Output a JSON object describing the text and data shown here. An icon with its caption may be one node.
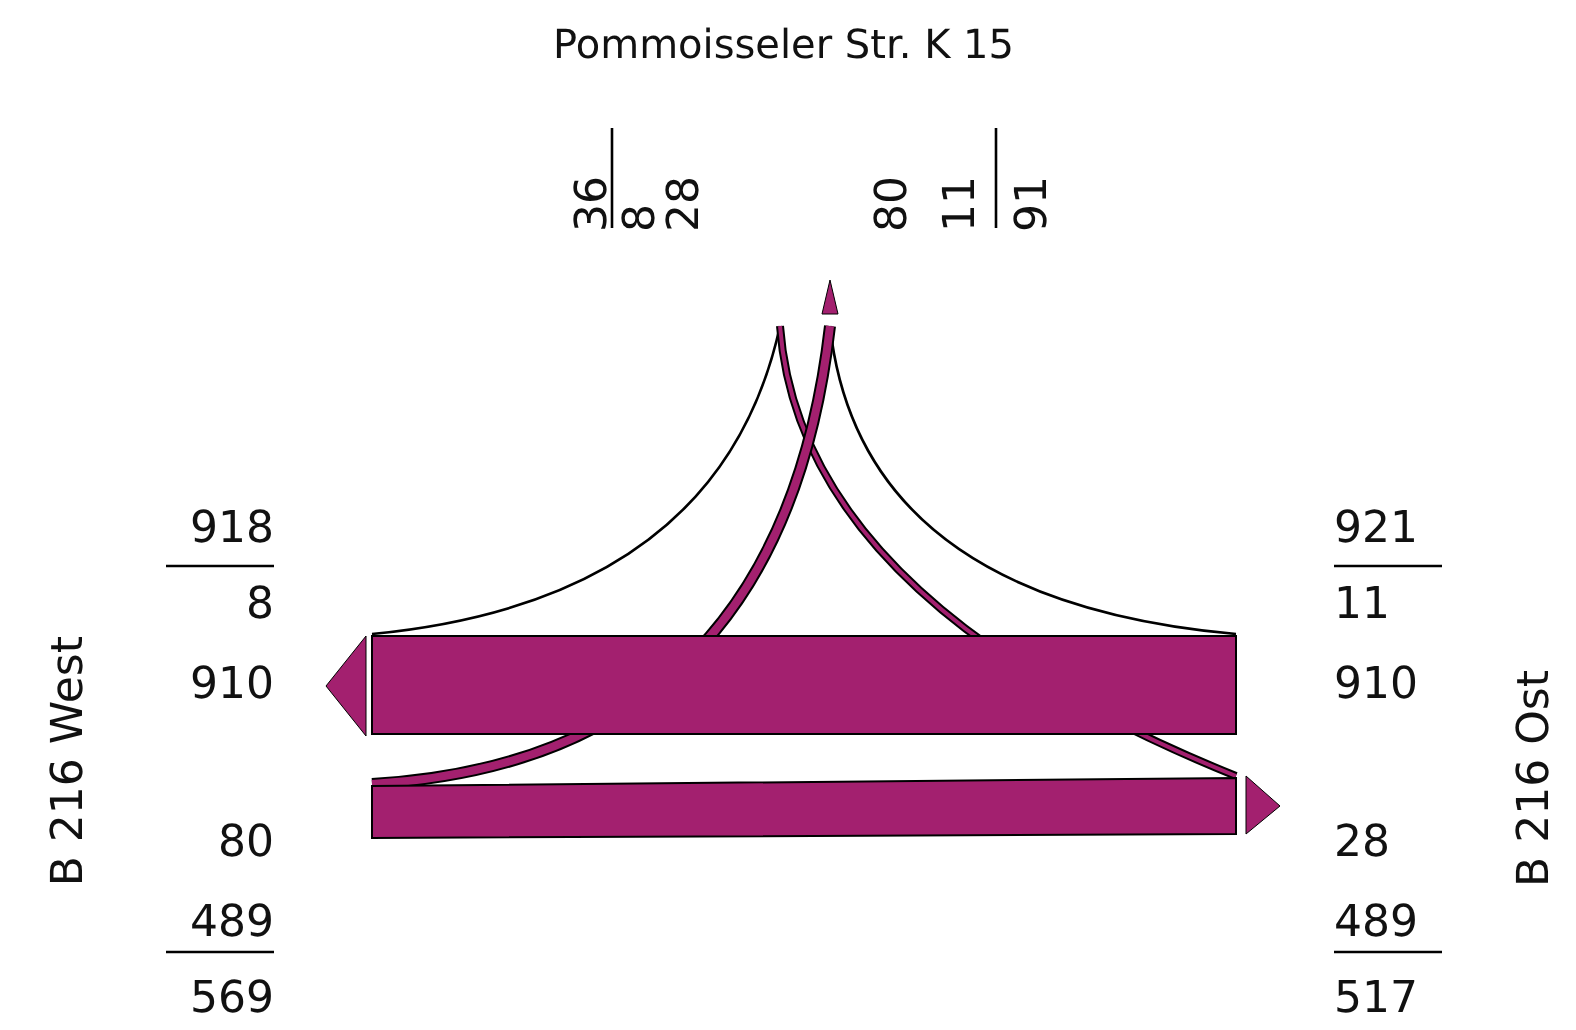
{
  "diagram": {
    "labels": [
      "Pommoisseler Str. K 15",
      "36",
      "8",
      "28",
      "80",
      "11",
      "91",
      "918",
      "8",
      "910",
      "921",
      "11",
      "910",
      "80",
      "489",
      "569",
      "28",
      "489",
      "517",
      "B 216 West",
      "B 216 Ost"
    ]
  }
}
